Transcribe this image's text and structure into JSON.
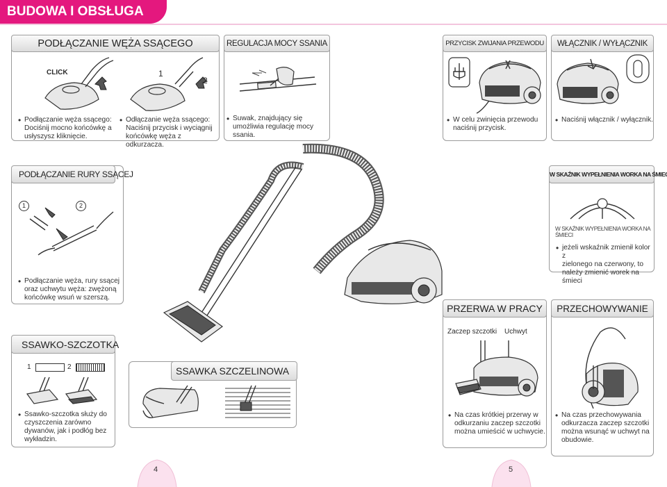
{
  "header": {
    "title": "BUDOWA I OBSŁUGA"
  },
  "sections": {
    "hose": {
      "title": "PODŁĄCZANIE WĘŻA SSĄCEGO",
      "click_label": "CLICK",
      "step1": "1",
      "step2": "2",
      "text_left": [
        "Podłączanie węża ssącego:",
        "Dociśnij mocno końcówkę a",
        "usłyszysz kliknięcie."
      ],
      "text_right": [
        "Odłączanie węża ssącego:",
        "Naciśnij przycisk i wyciągnij",
        "końcówkę węża z odkurzacza."
      ]
    },
    "suction": {
      "title": "REGULACJA MOCY SSANIA",
      "text": [
        "Suwak, znajdujący się",
        "umożliwia regulację mocy",
        "ssania."
      ]
    },
    "cord": {
      "title": "PRZYCISK ZWIJANIA PRZEWODU",
      "text": [
        "W celu zwinięcia przewodu",
        "naciśnij przycisk."
      ]
    },
    "power": {
      "title": "WŁĄCZNIK / WYŁĄCZNIK",
      "text": [
        "Naciśnij włącznik / wyłącznik."
      ]
    },
    "tube": {
      "title": "PODŁĄCZANIE RURY SSĄCEJ",
      "step1": "1",
      "step2": "2",
      "text": [
        "Podłączanie węża, rury ssącej",
        "oraz uchwytu węża: zwężoną",
        "końcówkę wsuń w szerszą."
      ]
    },
    "indicator": {
      "title": "W SKAŹNIK WYPEŁNIENIA WORKA NA ŚMIECI",
      "caption": "W SKAŹNIK WYPEŁNIENIA WORKA NA ŚMIECI",
      "text": [
        "jeżeli wskaźnik zmienił kolor z",
        "zielonego na czerwony, to",
        "należy zmienić worek na śmieci"
      ]
    },
    "brush": {
      "title": "SSAWKO-SZCZOTKA",
      "step1": "1",
      "step2": "2",
      "text": [
        "Ssawko-szczotka służy do",
        "czyszczenia zarówno",
        "dywanów, jak i podłóg bez",
        "wykładzin."
      ]
    },
    "crevice": {
      "title": "SSAWKA SZCZELINOWA"
    },
    "pause": {
      "title": "PRZERWA W PRACY",
      "label_hook": "Zaczep szczotki",
      "label_holder": "Uchwyt",
      "text": [
        "Na czas krótkiej przerwy w",
        "odkurzaniu zaczep szczotki",
        "można umieścić w uchwycie."
      ]
    },
    "storage": {
      "title": "PRZECHOWYWANIE",
      "text": [
        "Na czas przechowywania",
        "odkurzacza zaczep szczotki",
        "można wsunąć w uchwyt na",
        "obudowie."
      ]
    }
  },
  "pages": {
    "left": "4",
    "right": "5"
  },
  "colors": {
    "accent": "#e4187e",
    "border": "#9a9a9a",
    "page_edge": "#f3c5dd"
  },
  "icons": [
    "plug-icon",
    "power-icon",
    "arrow-icon",
    "vacuum-illustration",
    "brush-illustration"
  ]
}
